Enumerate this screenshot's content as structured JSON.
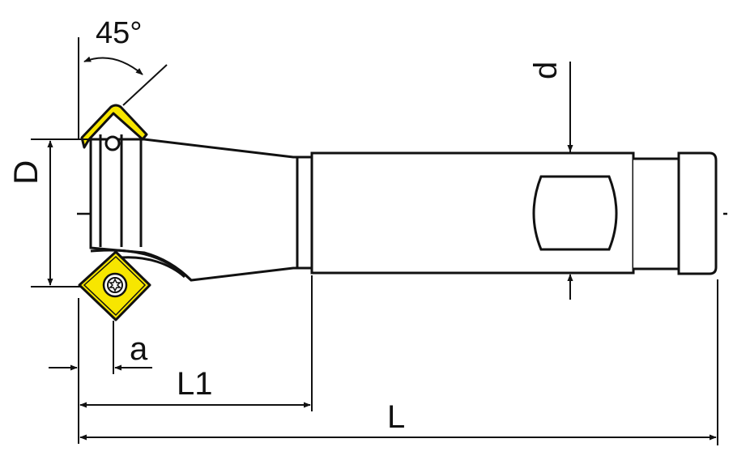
{
  "labels": {
    "angle": "45°",
    "diameter": "D",
    "shank_diameter": "d",
    "offset": "a",
    "length1": "L1",
    "total_length": "L"
  },
  "colors": {
    "insert_fill": "#f7e600",
    "line": "#111111",
    "background": "#ffffff"
  },
  "icons": {
    "insert_screw": "torx-screw-icon"
  }
}
